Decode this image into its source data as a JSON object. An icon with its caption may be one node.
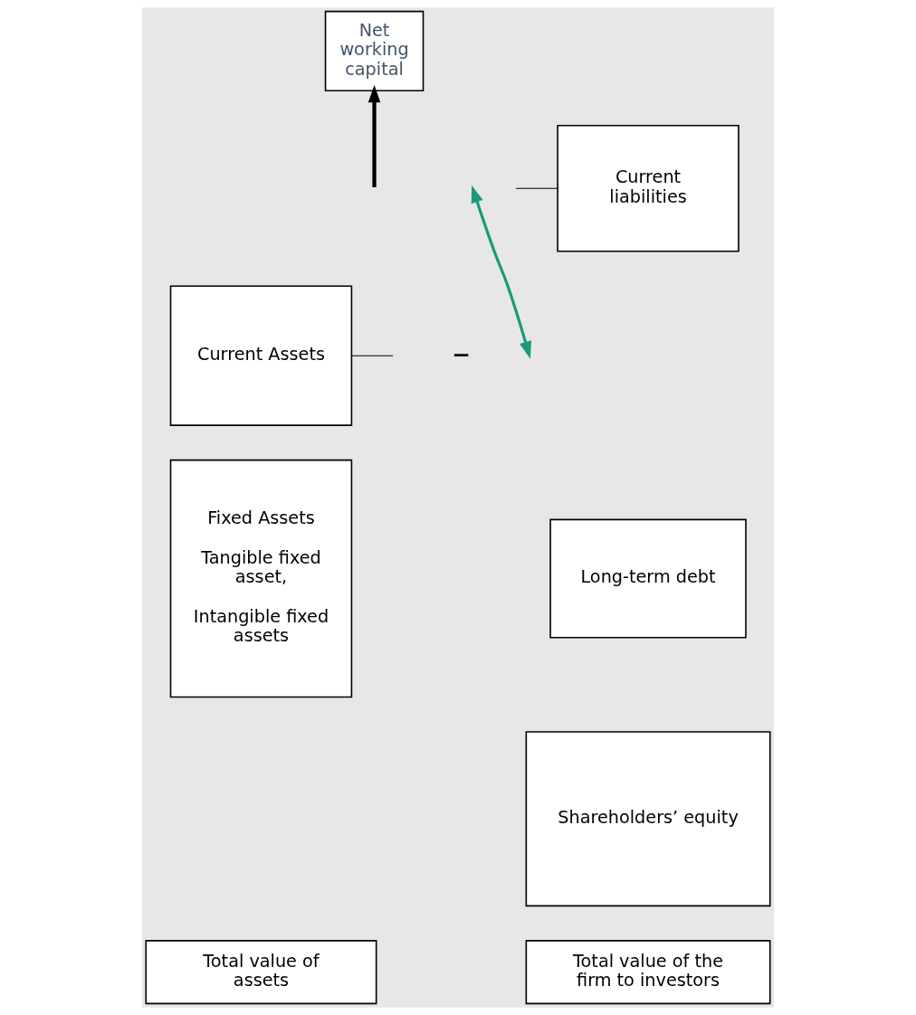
{
  "diagram": {
    "nodes": [
      {
        "text": [
          "Net working capital"
        ]
      },
      {
        "text": [
          "Current Assets"
        ]
      },
      {
        "text": [
          "Current liabilities"
        ]
      },
      {
        "text": [
          "Fixed Assets",
          "Tangible fixed asset,",
          "Intangible fixed assets"
        ]
      },
      {
        "text": [
          "Long-term debt"
        ]
      },
      {
        "text": [
          "Shareholders’ equity"
        ]
      },
      {
        "text": [
          "Total value of assets"
        ]
      },
      {
        "text": [
          "Total value of the firm to investors"
        ]
      }
    ],
    "edges": [
      {
        "from": null,
        "to": 0,
        "arrow": "to",
        "style": "thick"
      },
      {
        "from": 1,
        "to": null,
        "arrow": "none"
      },
      {
        "from": 2,
        "to": null,
        "arrow": "none"
      }
    ],
    "labels": [
      "–"
    ]
  }
}
